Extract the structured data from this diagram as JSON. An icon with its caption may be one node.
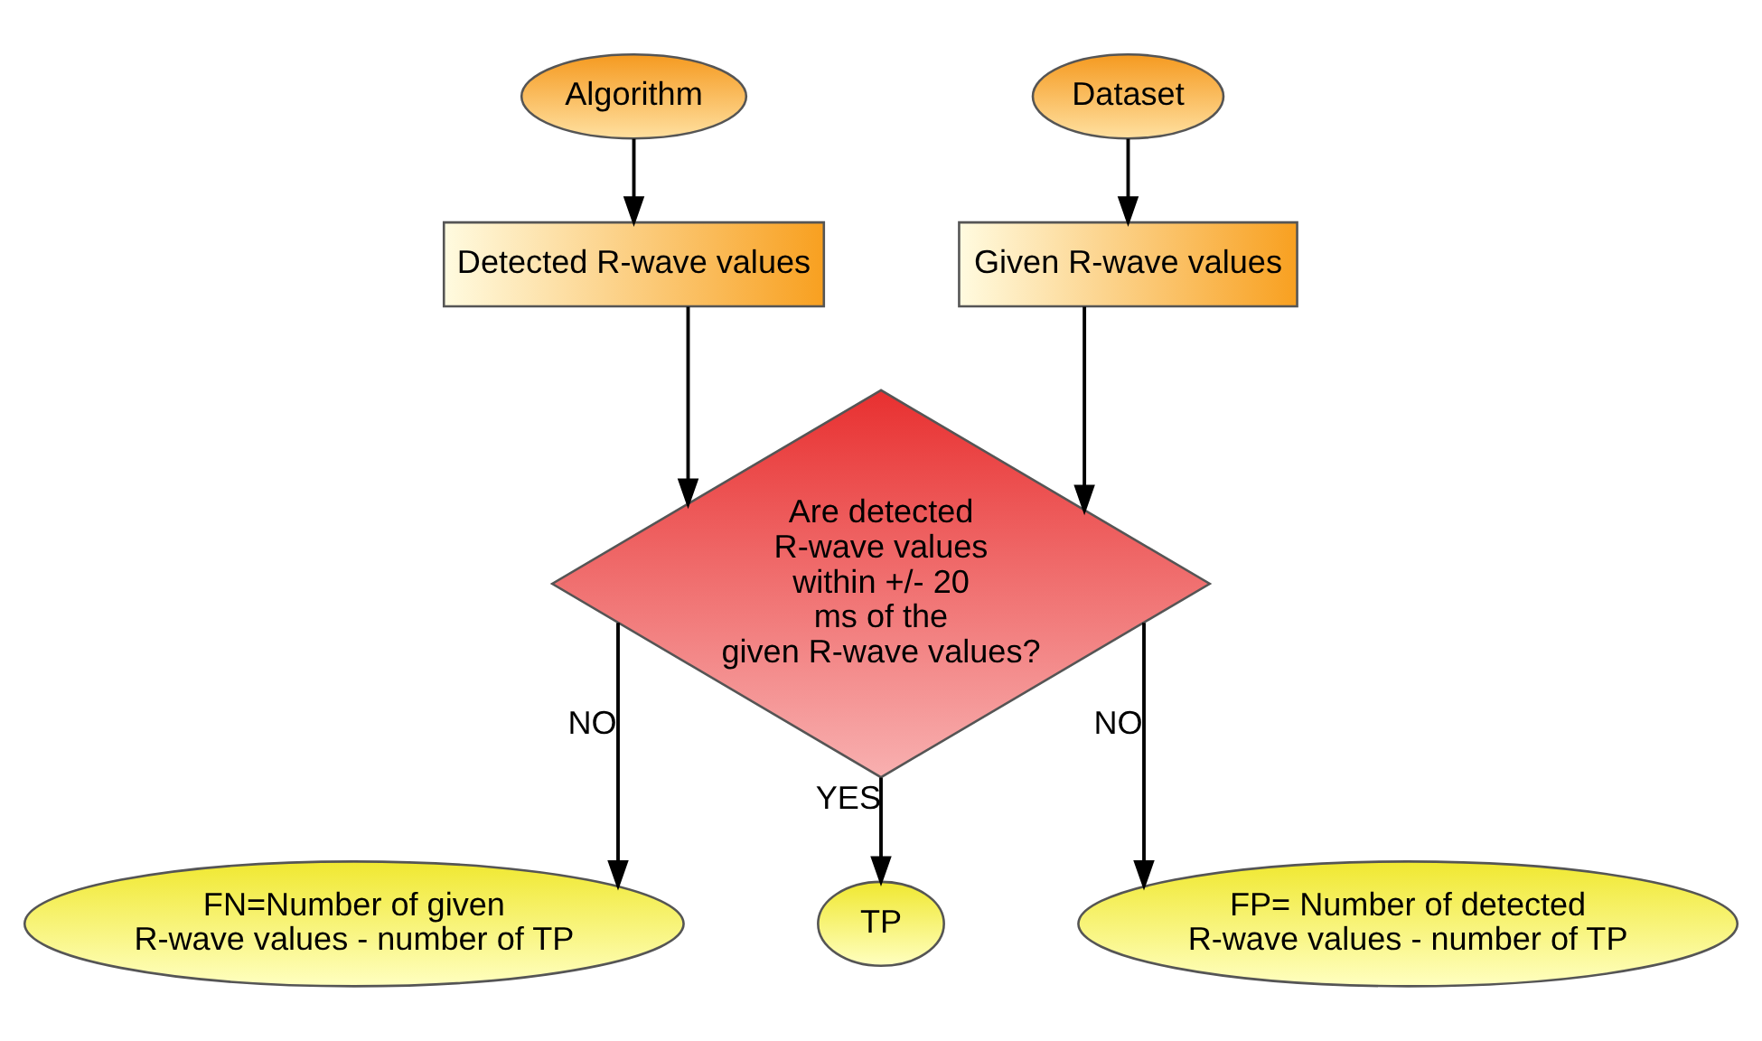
{
  "diagram": {
    "nodes": [
      {
        "text": [
          "Algorithm"
        ]
      },
      {
        "text": [
          "Dataset"
        ]
      },
      {
        "text": [
          "Detected R-wave values"
        ]
      },
      {
        "text": [
          "Given R-wave values"
        ]
      },
      {
        "text": [
          "Are detected R-wave values within +/- 20 ms of the given R-wave values?"
        ]
      },
      {
        "text": [
          "FN=Number of given R-wave values - number of TP"
        ]
      },
      {
        "text": [
          "TP"
        ]
      },
      {
        "text": [
          "FP= Number of detected R-wave values - number of TP"
        ]
      }
    ],
    "edges": [
      {
        "from": 0,
        "to": 2,
        "arrow": "to"
      },
      {
        "from": 1,
        "to": 3,
        "arrow": "to"
      },
      {
        "from": 2,
        "to": 4,
        "arrow": "to"
      },
      {
        "from": 3,
        "to": 4,
        "arrow": "to"
      },
      {
        "from": 4,
        "to": 5,
        "arrow": "to",
        "label": "NO"
      },
      {
        "from": 4,
        "to": 6,
        "arrow": "to",
        "label": "YES"
      },
      {
        "from": 4,
        "to": 7,
        "arrow": "to",
        "label": "NO"
      }
    ]
  }
}
